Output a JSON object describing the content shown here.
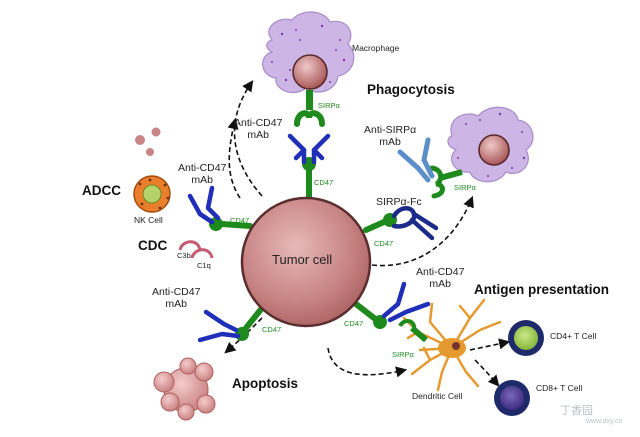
{
  "labels": {
    "macrophage": "Macrophage",
    "phagocytosis": "Phagocytosis",
    "anti_cd47_top": "Anti-CD47\nmAb",
    "anti_sirpa": "Anti-SIRPα\nmAb",
    "adcc": "ADCC",
    "nk_cell": "NK Cell",
    "anti_cd47_left": "Anti-CD47\nmAb",
    "cdc": "CDC",
    "c3b": "C3b",
    "c1q": "C1q",
    "sirpa_fc": "SIRPα-Fc",
    "tumor_cell": "Tumor cell",
    "anti_cd47_lower_left": "Anti-CD47\nmAb",
    "anti_cd47_right": "Anti-CD47\nmAb",
    "antigen_presentation": "Antigen presentation",
    "apoptosis": "Apoptosis",
    "cd4_t_cell": "CD4+ T Cell",
    "cd8_t_cell": "CD8+ T Cell",
    "dendritic_cell": "Dendritic Cell",
    "cd47": "CD47",
    "sirpa": "SIRPα",
    "watermark": "丁香园",
    "watermark_url": "www.dxy.cn"
  },
  "colors": {
    "receptor_green": "#1e8a1e",
    "antibody_blue": "#1f2fb8",
    "anti_sirpa_blue": "#5b8fc9",
    "sirpa_fc_navy": "#1c2a8a",
    "tumor": "#c27a7a",
    "macrophage": "#cdb6e6",
    "nk_orange": "#e97f2a",
    "dendritic_orange": "#e59a2f",
    "apoptotic": "#d89696"
  }
}
